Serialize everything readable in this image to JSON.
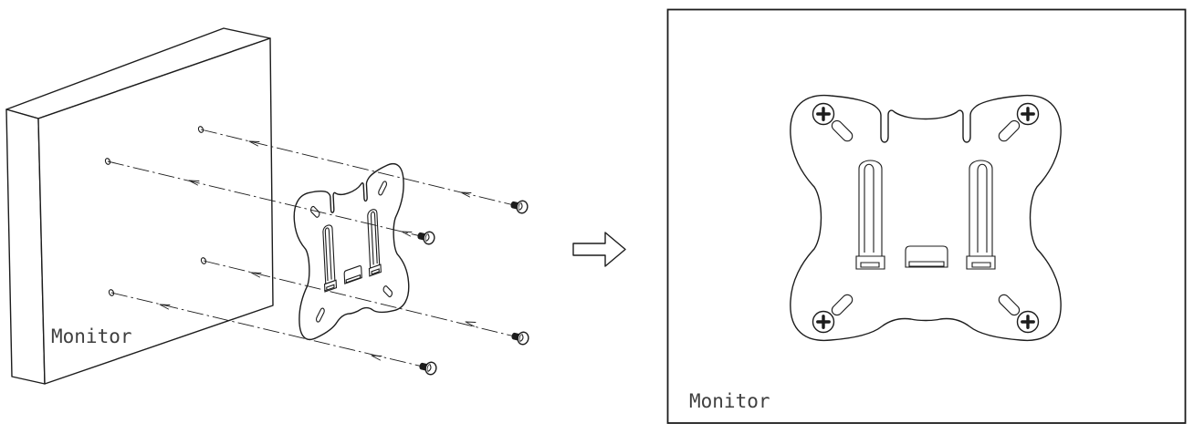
{
  "colors": {
    "line": "#1c1c1c",
    "text": "#3f3f3f",
    "background": "#ffffff"
  },
  "left_view": {
    "monitor_label": "Monitor",
    "mount_holes": 4,
    "screws": 4,
    "part": "VESA bracket exploded from monitor back"
  },
  "arrow_icon": "right-arrow",
  "right_view": {
    "monitor_label": "Monitor",
    "installed_screws": 4,
    "part": "VESA bracket mounted on monitor rear panel"
  }
}
